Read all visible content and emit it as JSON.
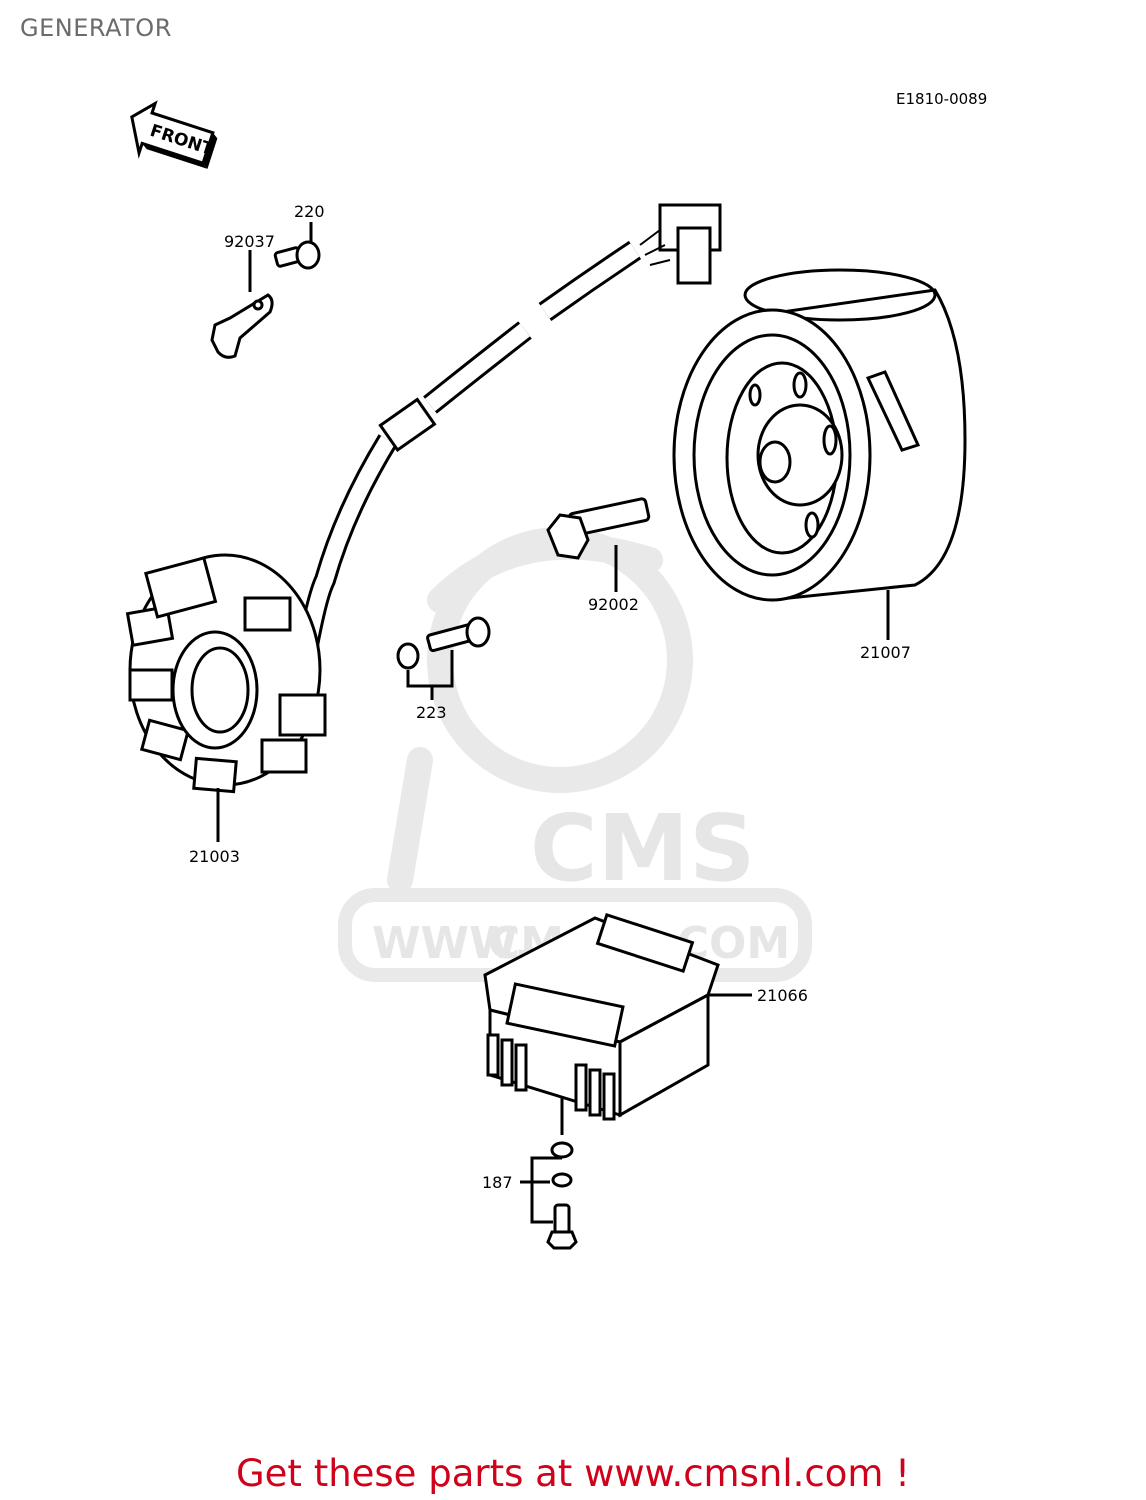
{
  "page": {
    "title": "GENERATOR",
    "diagram_code": "E1810-0089"
  },
  "front_arrow": {
    "label": "FRONT"
  },
  "watermark": {
    "brand": "CMS",
    "url_left": "WWW.",
    "url_mid": "CM",
    "url_right": ".COM"
  },
  "parts": [
    {
      "id": "220"
    },
    {
      "id": "92037"
    },
    {
      "id": "92002"
    },
    {
      "id": "21007"
    },
    {
      "id": "223"
    },
    {
      "id": "21003"
    },
    {
      "id": "21066"
    },
    {
      "id": "187"
    }
  ],
  "promo": {
    "text": "Get these parts at www.cmsnl.com !",
    "color": "#d0021b"
  }
}
